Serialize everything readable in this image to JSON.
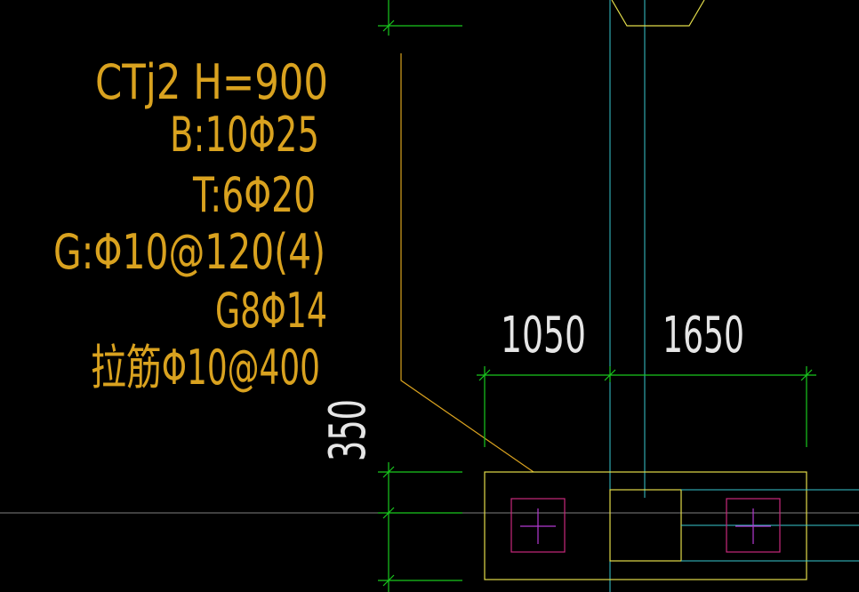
{
  "drawing": {
    "annotation": {
      "lines": [
        "CTj2  H=900",
        "B:10Φ25",
        "T:6Φ20",
        "G:Φ10@120(4)",
        "G8Φ14",
        "拉筋Φ10@400"
      ]
    },
    "dimensions": {
      "left_span": "1050",
      "right_span": "1650",
      "vertical": "350"
    },
    "colors": {
      "background": "#000000",
      "annotation_text": "#d9a21f",
      "leader_line": "#d9a21f",
      "dimension_lines": "#19c81e",
      "dimension_text": "#e6e6e6",
      "axis_cyan": "#38c9cf",
      "axis_gray": "#808080",
      "footing_outline": "#e2dc4a",
      "pile_box": "#c8287c",
      "pile_cross": "#b43ad2"
    }
  }
}
